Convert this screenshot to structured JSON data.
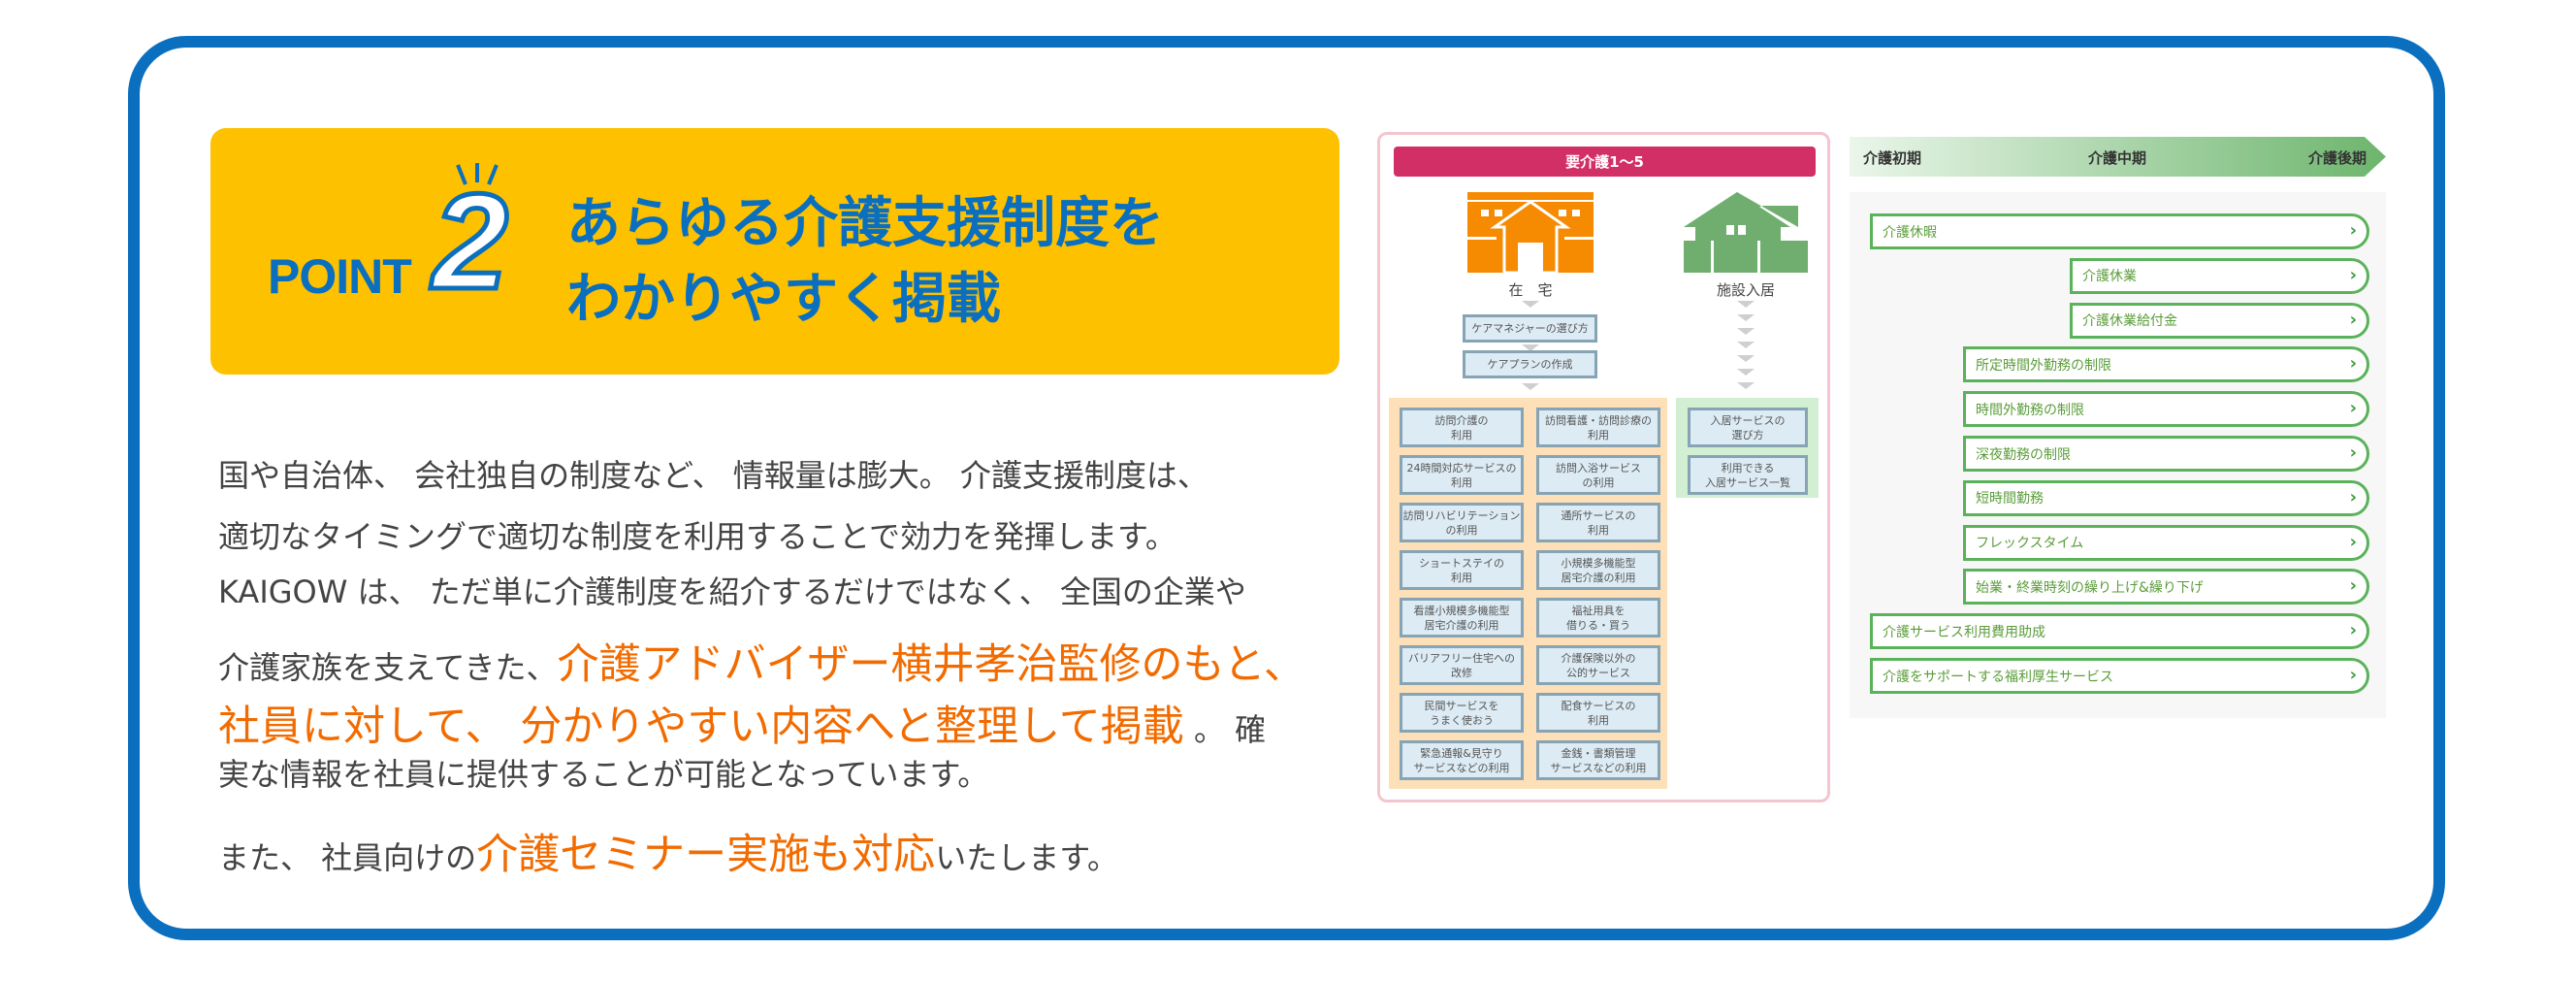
{
  "header": {
    "point_label": "POINT",
    "point_number": "2",
    "title_line1": "あらゆる介護支援制度を",
    "title_line2": "わかりやすく掲載"
  },
  "body": {
    "line1": "国や自治体、 会社独自の制度など、 情報量は膨大。 介護支援制度は、",
    "line2": "適切なタイミングで適切な制度を利用することで効力を発揮します。",
    "line3": "KAIGOW は、 ただ単に介護制度を紹介するだけではなく、 全国の企業や",
    "line4a": "介護家族を支えてきた、",
    "line4b": "介護アドバイザー横井孝治監修のもと、",
    "line5a": "社員に対して、 分かりやすい内容へと整理して掲載",
    "line5b": " 。 確",
    "line6": "実な情報を社員に提供することが可能となっています。",
    "line7a": "また、 社員向けの",
    "line7b": "介護セミナー実施も対応",
    "line7c": "いたします。"
  },
  "diagram": {
    "banner": "要介護1～5",
    "home_label": "在　宅",
    "facility_label": "施設入居",
    "home_steps": [
      "ケアマネジャーの選び方",
      "ケアプランの作成"
    ],
    "home_services": [
      "訪問介護の\n利用",
      "訪問看護・訪問診療の\n利用",
      "24時間対応サービスの\n利用",
      "訪問入浴サービス\nの利用",
      "訪問リハビリテーション\nの利用",
      "通所サービスの\n利用",
      "ショートステイの\n利用",
      "小規模多機能型\n居宅介護の利用",
      "看護小規模多機能型\n居宅介護の利用",
      "福祉用具を\n借りる・買う",
      "バリアフリー住宅への\n改修",
      "介護保険以外の\n公的サービス",
      "民間サービスを\nうまく使おう",
      "配食サービスの\n利用",
      "緊急通報&見守り\nサービスなどの利用",
      "金銭・書類管理\nサービスなどの利用"
    ],
    "facility_services": [
      "入居サービスの\n選び方",
      "利用できる\n入居サービス一覧"
    ]
  },
  "timeline": {
    "stages": [
      "介護初期",
      "介護中期",
      "介護後期"
    ],
    "items": [
      {
        "label": "介護休暇",
        "level": 0
      },
      {
        "label": "介護休業",
        "level": 2
      },
      {
        "label": "介護休業給付金",
        "level": 2
      },
      {
        "label": "所定時間外勤務の制限",
        "level": 1
      },
      {
        "label": "時間外勤務の制限",
        "level": 1
      },
      {
        "label": "深夜勤務の制限",
        "level": 1
      },
      {
        "label": "短時間勤務",
        "level": 1
      },
      {
        "label": "フレックスタイム",
        "level": 1
      },
      {
        "label": "始業・終業時刻の繰り上げ&繰り下げ",
        "level": 1
      },
      {
        "label": "介護サービス利用費用助成",
        "level": 0
      },
      {
        "label": "介護をサポートする福利厚生サービス",
        "level": 0
      }
    ],
    "chevron": "›"
  },
  "colors": {
    "frame": "#0b6fbf",
    "banner": "#fdc100",
    "highlight": "#f26b00",
    "magenta": "#d12f66",
    "green": "#5ab25a"
  }
}
